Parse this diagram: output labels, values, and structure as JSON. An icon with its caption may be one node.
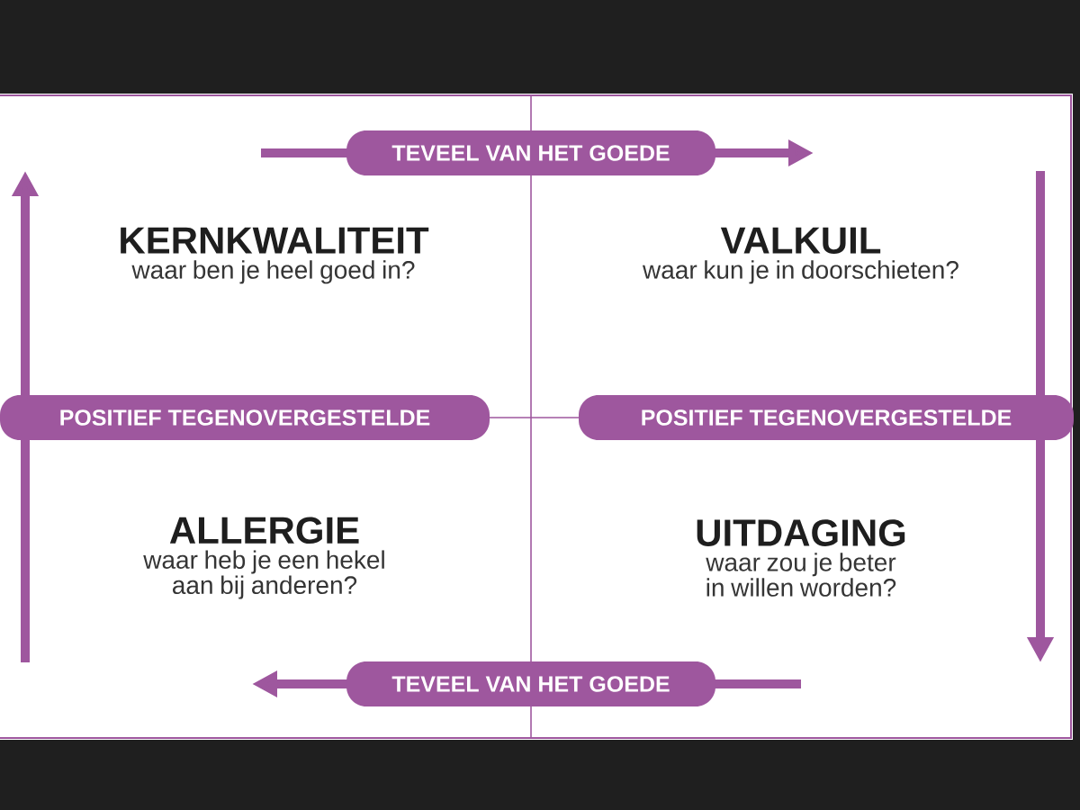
{
  "diagram": {
    "nodes": [
      {
        "text": [
          "KERNKWALITEIT",
          "waar ben je heel goed in?"
        ]
      },
      {
        "text": [
          "VALKUIL",
          "waar kun je in doorschieten?"
        ]
      },
      {
        "text": [
          "ALLERGIE",
          "waar heb je een hekel aan bij anderen?"
        ]
      },
      {
        "text": [
          "UITDAGING",
          "waar zou je beter in willen worden?"
        ]
      }
    ],
    "edges": [
      {
        "from": 0,
        "to": 1,
        "arrow": "to",
        "label": "TEVEEL VAN HET GOEDE"
      },
      {
        "from": 1,
        "to": 3,
        "arrow": "to",
        "label": "POSITIEF TEGENOVERGESTELDE"
      },
      {
        "from": 3,
        "to": 2,
        "arrow": "to",
        "label": "TEVEEL VAN HET GOEDE"
      },
      {
        "from": 2,
        "to": 0,
        "arrow": "to",
        "label": "POSITIEF TEGENOVERGESTELDE"
      }
    ]
  }
}
